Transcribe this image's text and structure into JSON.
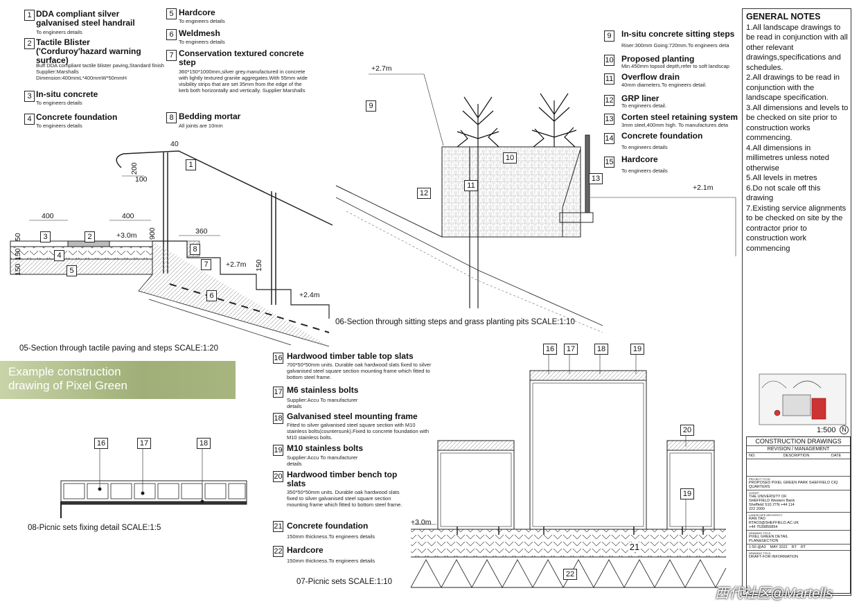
{
  "legend_a": [
    {
      "n": "1",
      "title": "DDA compliant silver galvanised steel handrail",
      "sub": "To engineers details"
    },
    {
      "n": "2",
      "title": "Tactile Blister ('Corduroy'hazard warning surface)",
      "sub": "Buff DDA compliant tactile blister paving,Standard finish Supplier:Marshalls Dimension:400mmL*400mmW*50mmH"
    },
    {
      "n": "3",
      "title": "In-situ concrete",
      "sub": "To engineers details"
    },
    {
      "n": "4",
      "title": "Concrete foundation",
      "sub": "To engineers details"
    },
    {
      "n": "5",
      "title": "Hardcore",
      "sub": "To engineers details"
    },
    {
      "n": "6",
      "title": "Weldmesh",
      "sub": "To engineers details"
    },
    {
      "n": "7",
      "title": "Conservation textured concrete step",
      "sub": "360*150*1000mm,silver grey.manufactured in concrete with lightly textured granite aggregates.With 55mm wide visibility strips that are set 35mm from the edge of the kerb both horizontally and vertically. Supplier:Marshalls"
    },
    {
      "n": "8",
      "title": "Bedding mortar",
      "sub": "All joints are 10mm"
    }
  ],
  "legend_b": [
    {
      "n": "9",
      "title": "In-situ concrete sitting steps",
      "sub": "Riser:300mm Going:720mm.To engineers deta"
    },
    {
      "n": "10",
      "title": "Proposed planting",
      "sub": "Min.450mm topsoil depth,refer to soft landscap"
    },
    {
      "n": "11",
      "title": "Overflow drain",
      "sub": "40mm diameters.To engineers detail."
    },
    {
      "n": "12",
      "title": "GRP liner",
      "sub": "To engineers detail."
    },
    {
      "n": "13",
      "title": "Corten steel retaining system",
      "sub": "3mm steel,400mm high. To manufactures deta"
    },
    {
      "n": "14",
      "title": "Concrete foundation",
      "sub": "To engineers details"
    },
    {
      "n": "15",
      "title": "Hardcore",
      "sub": "To engineers details"
    }
  ],
  "legend_c": [
    {
      "n": "16",
      "title": "Hardwood timber table top slats",
      "sub": "700*50*50mm units. Durable oak hardwood slats fixed to silver galvanised steel square section mounting frame which fitted to bottom steel frame."
    },
    {
      "n": "17",
      "title": "M6 stainless bolts",
      "sub": "Supplier:Accu To manufacturer details"
    },
    {
      "n": "18",
      "title": "Galvanised steel mounting frame",
      "sub": "Fitted to silver galvanised steel square section with M10 stainless bolts(countersunk).Fixed to concrete foundation with M10 stainless bolts."
    },
    {
      "n": "19",
      "title": "M10 stainless bolts",
      "sub": "Supplier:Accu To manufacturer details"
    },
    {
      "n": "20",
      "title": "Hardwood timber bench top slats",
      "sub": "350*50*50mm units. Durable oak hardwood slats fixed to silver galvanised steel square section mounting frame which fitted to bottom steel frame."
    },
    {
      "n": "21",
      "title": "Concrete foundation",
      "sub": "150mm thickness.To engineers details"
    },
    {
      "n": "22",
      "title": "Hardcore",
      "sub": "150mm thickness.To engineers details"
    }
  ],
  "captions": {
    "sec05": "05-Section through tactile paving and steps  SCALE:1:20",
    "sec06": "06-Section through sitting steps and grass planting pits SCALE:1:10",
    "sec07": "07-Picnic sets SCALE:1:10",
    "sec08": "08-Picnic sets fixing detail SCALE:1:5",
    "banner_line1": "Example construction",
    "banner_line2": "drawing of Pixel Green"
  },
  "levels": {
    "l30": "+3.0m",
    "l27": "+2.7m",
    "l24": "+2.4m",
    "l21": "+2.1m",
    "l27b": "+2.7m",
    "l30b": "+3.0m"
  },
  "dims": {
    "d40": "40",
    "d200": "200",
    "d100": "100",
    "d400a": "400",
    "d400b": "400",
    "d360": "360",
    "d900": "900",
    "d150": "150",
    "d50": "50",
    "d150b": "150",
    "d150c": "150"
  },
  "general_notes": {
    "heading": "GENERAL NOTES",
    "items": [
      "1.All landscape drawings to be read in conjunction with all other relevant drawings,specifications and schedules.",
      "2.All drawings to be read in conjunction with the landscape specification.",
      "3.All dimensions and levels to be checked on site prior to construction works commencing.",
      "4.All dimensions in millimetres unless noted otherwise",
      "5.All levels in metres",
      "6.Do not scale off this drawing",
      "7.Existing service alignments to be checked on site by the contractor prior to construction work commencing"
    ]
  },
  "title_block": {
    "scale": "1:500",
    "north": "N",
    "heading": "CONSTRUCTION DRAWINGS",
    "revision": "REVISION / MANAGEMENT",
    "cols": [
      "NO.",
      "DESCRIPTION",
      "DATE"
    ],
    "project_label": "PROJECT TITLE:",
    "project": "PROPOSED PIXEL GREEN PARK SHEFFIELD CIQ QUARTERS",
    "client_label": "CLIENT:",
    "client": "THE UNIVERSITY OF SHEFFIELD Western Bank Sheffield S10 2TN +44 114 222 2000",
    "architect_label": "LANDSCAPE ARCHITECT:",
    "architect": "RAN TAO RTAO3@SHEFFIELD.AC.UK +44 7539856854",
    "drawing_label": "DRAWING TITLE:",
    "drawing": "PIXEL GREEN DETAIL PLAN&SECTION",
    "scale_cell": "1:50 @A3",
    "date_cell": "MAY 2022",
    "drawn_cell": "RT",
    "checked_cell": "RT",
    "status_label": "DRAWING TITLE:",
    "status": "DRAFT-FOR INFORMATION"
  },
  "watermark": "西代社区@Martells"
}
